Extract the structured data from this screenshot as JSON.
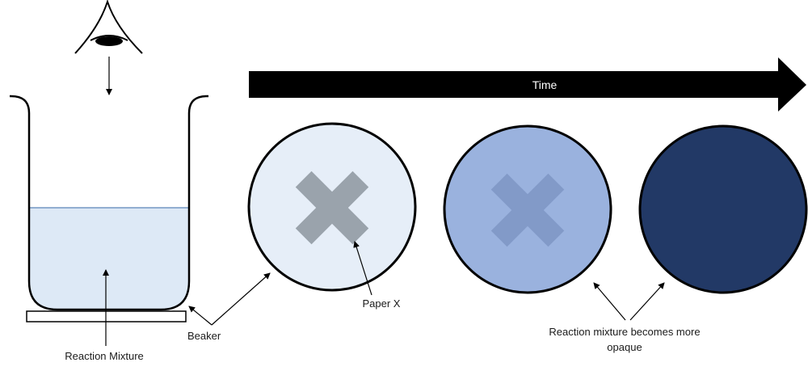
{
  "labels": {
    "time": "Time",
    "reaction_mixture": "Reaction Mixture",
    "beaker": "Beaker",
    "paper_x": "Paper X",
    "opaque_line1": "Reaction mixture becomes more",
    "opaque_line2": "opaque"
  },
  "colors": {
    "liquid": "#dde9f6",
    "liquid_surface": "#5b84b8",
    "circle_1_fill": "#e6eef8",
    "circle_2_fill": "#9ab2de",
    "circle_3_fill": "#223966",
    "cross_1": "#9aa3ac",
    "cross_2": "#829ac8",
    "time_arrow": "#000000",
    "stroke": "#000000"
  },
  "icons": {
    "eye": "eye-icon",
    "cross": "paper-x-cross-icon"
  }
}
